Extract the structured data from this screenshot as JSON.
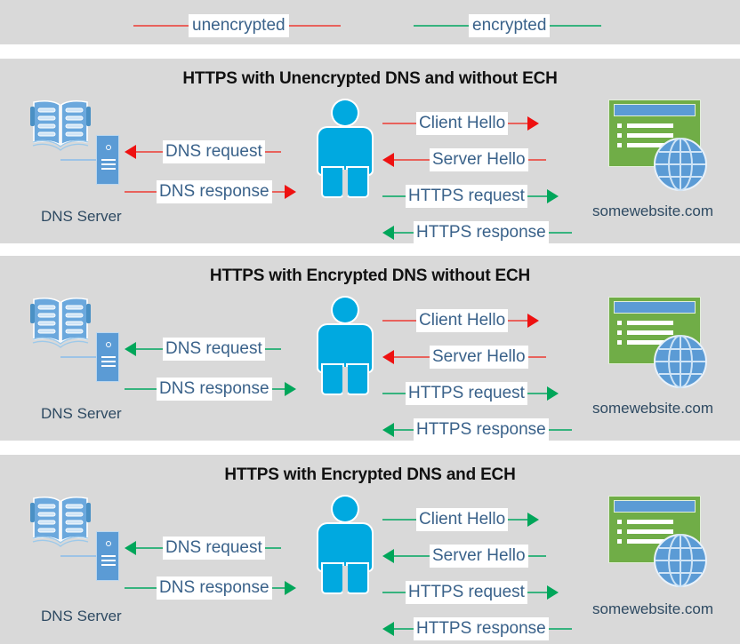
{
  "legend": {
    "items": [
      {
        "label": "unencrypted",
        "color": "#e8625c",
        "name": "legend-unencrypted"
      },
      {
        "label": "encrypted",
        "color": "#36b37e",
        "name": "legend-encrypted"
      }
    ]
  },
  "colors": {
    "unencrypted_line": "#e8625c",
    "unencrypted_head": "#ee1111",
    "encrypted_line": "#36b37e",
    "encrypted_head": "#00a65a",
    "panel_background": "#d9d9d9",
    "label_text": "#3a628a",
    "node_text": "#2e4a62",
    "title_text": "#111111",
    "person": "#00a9e0",
    "server": "#5b9bd5",
    "browser": "#70ad47"
  },
  "nodes": {
    "dns_server_label": "DNS Server",
    "website_label": "somewebsite.com",
    "dns_icon": "book-and-server-icon",
    "user_icon": "person-icon",
    "website_icon": "browser-window-with-globe-icon"
  },
  "panels": [
    {
      "id": "panel-1",
      "title": "HTTPS with Unencrypted DNS and without ECH",
      "left_flows": [
        {
          "label": "DNS request",
          "direction": "left",
          "encrypted": false
        },
        {
          "label": "DNS response",
          "direction": "right",
          "encrypted": false
        }
      ],
      "right_flows": [
        {
          "label": "Client Hello",
          "direction": "right",
          "encrypted": false
        },
        {
          "label": "Server Hello",
          "direction": "left",
          "encrypted": false
        },
        {
          "label": "HTTPS request",
          "direction": "right",
          "encrypted": true
        },
        {
          "label": "HTTPS response",
          "direction": "left",
          "encrypted": true
        }
      ]
    },
    {
      "id": "panel-2",
      "title": "HTTPS with Encrypted DNS without ECH",
      "left_flows": [
        {
          "label": "DNS request",
          "direction": "left",
          "encrypted": true
        },
        {
          "label": "DNS response",
          "direction": "right",
          "encrypted": true
        }
      ],
      "right_flows": [
        {
          "label": "Client Hello",
          "direction": "right",
          "encrypted": false
        },
        {
          "label": "Server Hello",
          "direction": "left",
          "encrypted": false
        },
        {
          "label": "HTTPS request",
          "direction": "right",
          "encrypted": true
        },
        {
          "label": "HTTPS response",
          "direction": "left",
          "encrypted": true
        }
      ]
    },
    {
      "id": "panel-3",
      "title": "HTTPS with Encrypted DNS and ECH",
      "left_flows": [
        {
          "label": "DNS request",
          "direction": "left",
          "encrypted": true
        },
        {
          "label": "DNS response",
          "direction": "right",
          "encrypted": true
        }
      ],
      "right_flows": [
        {
          "label": "Client Hello",
          "direction": "right",
          "encrypted": true
        },
        {
          "label": "Server Hello",
          "direction": "left",
          "encrypted": true
        },
        {
          "label": "HTTPS request",
          "direction": "right",
          "encrypted": true
        },
        {
          "label": "HTTPS response",
          "direction": "left",
          "encrypted": true
        }
      ]
    }
  ]
}
